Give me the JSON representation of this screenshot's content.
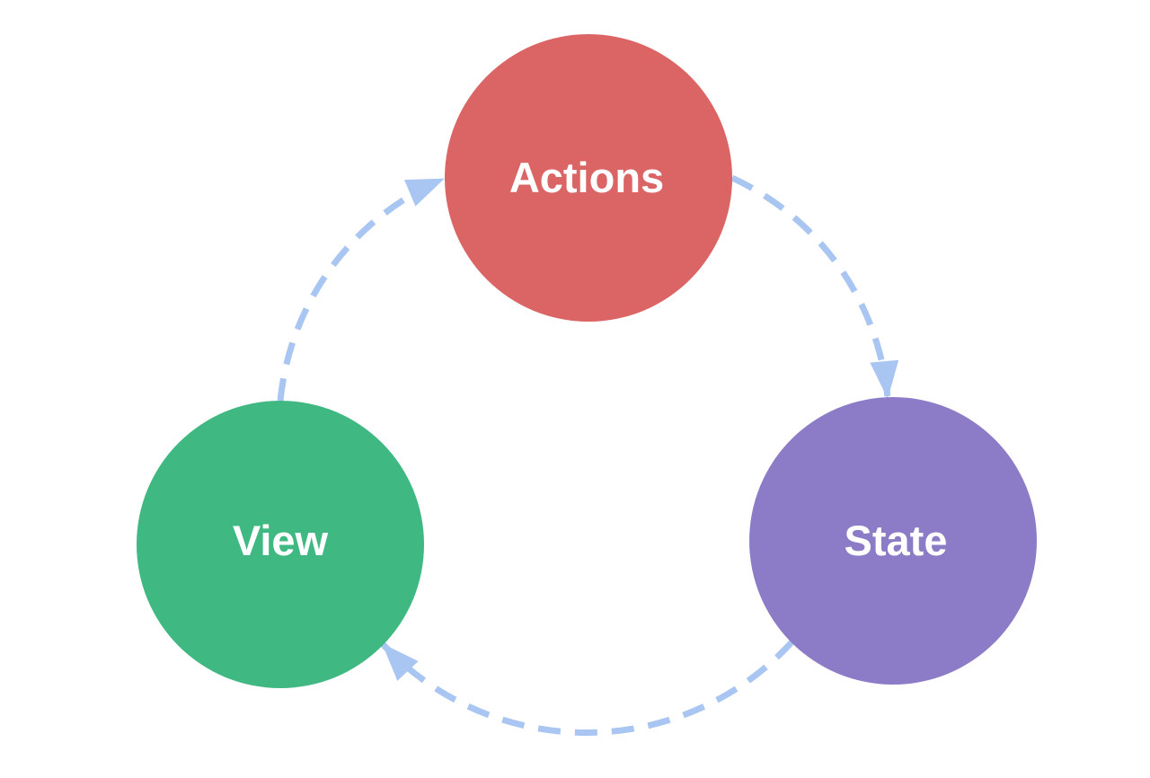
{
  "diagram": {
    "type": "cycle-flow-diagram",
    "nodes": [
      {
        "id": "actions",
        "label": "Actions",
        "color": "#db6464",
        "shape": "circle"
      },
      {
        "id": "state",
        "label": "State",
        "color": "#8c7bc6",
        "shape": "circle"
      },
      {
        "id": "view",
        "label": "View",
        "color": "#40b882",
        "shape": "circle"
      }
    ],
    "edges": [
      {
        "from": "actions",
        "to": "state",
        "style": "dashed-arrow"
      },
      {
        "from": "state",
        "to": "view",
        "style": "dashed-arrow"
      },
      {
        "from": "view",
        "to": "actions",
        "style": "dashed-arrow"
      }
    ],
    "arrow_color": "#a9c6f2",
    "label_color": "#ffffff",
    "background_color": "#ffffff"
  }
}
